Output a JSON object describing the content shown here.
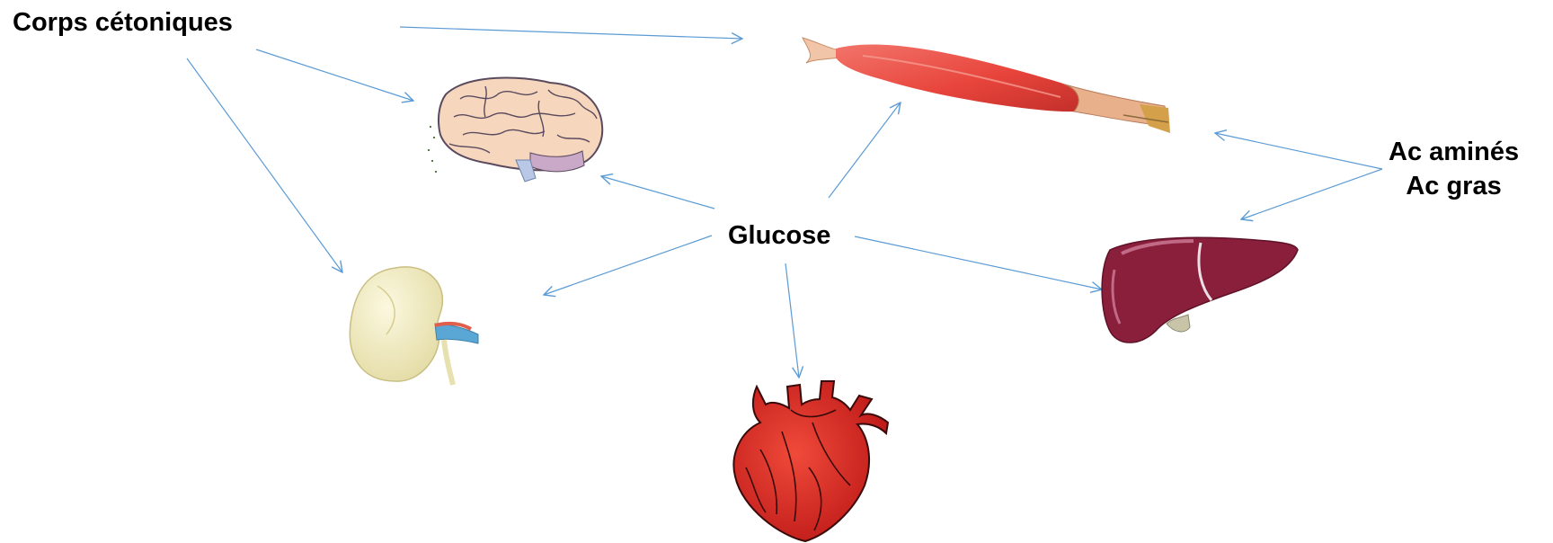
{
  "labels": {
    "ketone_bodies": "Corps cétoniques",
    "glucose": "Glucose",
    "amino_acids": "Ac aminés",
    "fatty_acids": "Ac gras"
  },
  "organs": [
    "muscle",
    "brain",
    "kidney",
    "liver",
    "heart"
  ],
  "colors": {
    "arrow": "#5b9bd5",
    "muscle": "#e8453c",
    "tendon": "#e9b08c",
    "brain": "#f6d7bd",
    "brain_folds": "#5a4a5e",
    "brainstem": "#b8c8e6",
    "kidney": "#f1ecc0",
    "kidney_vessel_red": "#e05f4c",
    "kidney_vessel_blue": "#5aa6d4",
    "liver": "#8a1f3c",
    "liver_highlight": "#c06a86",
    "heart": "#dd1f1f",
    "heart_lines": "#3a0a0a",
    "text": "#000000"
  }
}
